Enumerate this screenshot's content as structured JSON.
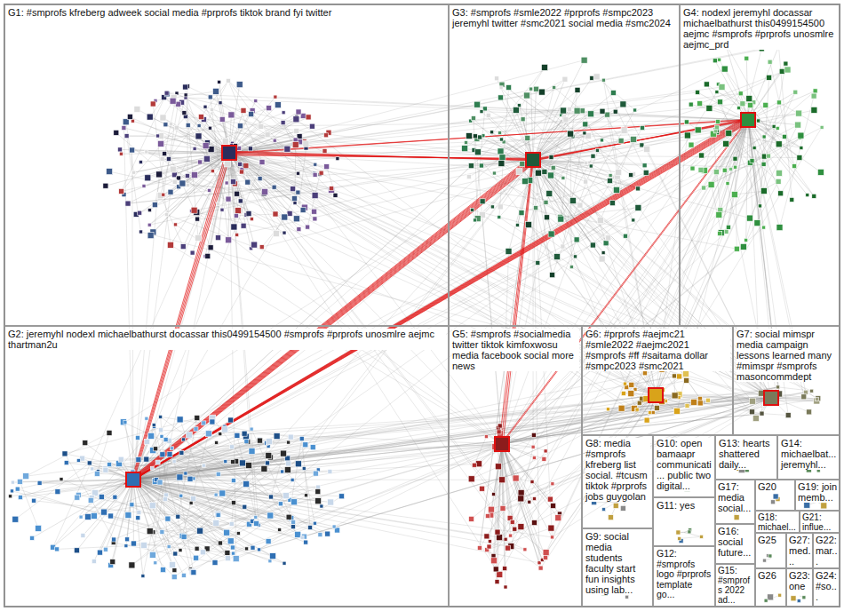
{
  "diagram": {
    "nodes": [
      {
        "text": [
          "G1: #smprofs kfreberg adweek social media #prprofs tiktok brand fyi twitter"
        ]
      },
      {
        "text": [
          "G3: #smprofs #smle2022 #prprofs #smpc2023 jeremyhl twitter #smc2021 social media #smc2024"
        ]
      },
      {
        "text": [
          "G4: nodexl jeremyhl docassar michaelbathurst this0499154500 aejmc #smprofs #prprofs unosmlre aejmc_prd"
        ]
      },
      {
        "text": [
          "G2: jeremyhl nodexl michaelbathurst docassar this0499154500 #smprofs #prprofs unosmlre aejmc thartman2u"
        ]
      },
      {
        "text": [
          "G5: #smprofs #socialmedia twitter tiktok kimfoxwosu media facebook social more news"
        ]
      },
      {
        "text": [
          "G6: #prprofs #aejmc21 #smle2022 #aejmc2021 #smprofs #ff #saitama dollar #smpc2023 #smc2021"
        ]
      },
      {
        "text": [
          "G7: social mimspr media campaign lessons learned many #mimspr #smprofs masoncommdept"
        ]
      },
      {
        "text": [
          "G8: media #smprofs kfreberg list social. #tcusm tiktok #prprofs jobs guygolan"
        ]
      },
      {
        "text": [
          "G10: open bamaapr communicati... public two digital..."
        ]
      },
      {
        "text": [
          "G13: hearts shattered daily..."
        ]
      },
      {
        "text": [
          "G14: michaelbat... jeremyhl..."
        ]
      },
      {
        "text": [
          "G11: yes"
        ]
      },
      {
        "text": [
          "G17: media social..."
        ]
      },
      {
        "text": [
          "G20"
        ]
      },
      {
        "text": [
          "G19: join memb..."
        ]
      },
      {
        "text": [
          "G18: michael..."
        ]
      },
      {
        "text": [
          "G21: influe..."
        ]
      },
      {
        "text": [
          "G16: social future..."
        ]
      },
      {
        "text": [
          "G25"
        ]
      },
      {
        "text": [
          "G27: med..."
        ]
      },
      {
        "text": [
          "G22: mar..."
        ]
      },
      {
        "text": [
          "G12: #smprofs logo #prprofs template go..."
        ]
      },
      {
        "text": [
          "G9: social media students faculty start fun insights using lab..."
        ]
      },
      {
        "text": [
          "G15: #smprofs 2022 ad..."
        ]
      },
      {
        "text": [
          "G26"
        ]
      },
      {
        "text": [
          "G23: one"
        ]
      },
      {
        "text": [
          "G24: #so..."
        ]
      }
    ]
  }
}
